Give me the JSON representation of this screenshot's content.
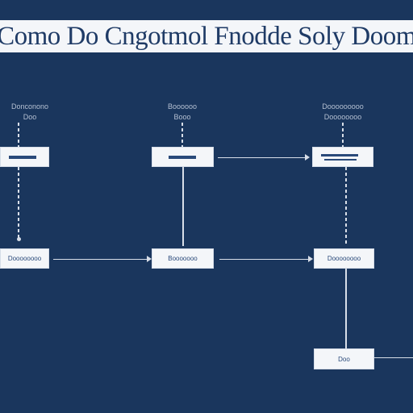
{
  "title": "Como Do Cngotmol Fnodde Soly Doom",
  "colors": {
    "background": "#1a365d",
    "banner": "#f4f6f9",
    "title_text": "#1f3b66",
    "box_fill": "#f4f6f9",
    "connector": "#d8dee8"
  },
  "columns": [
    {
      "label_line1": "Donconono",
      "label_line2": "Doo"
    },
    {
      "label_line1": "Boooooo",
      "label_line2": "Booo"
    },
    {
      "label_line1": "Dooooooooo",
      "label_line2": "Doooooooo"
    }
  ],
  "boxes": {
    "col1_top": "",
    "col2_top": "",
    "col3_top": "",
    "col1_mid": "Doooooooo",
    "col2_mid": "Booooooo",
    "col3_mid": "Doooooooo",
    "col3_bottom": "Doo"
  }
}
